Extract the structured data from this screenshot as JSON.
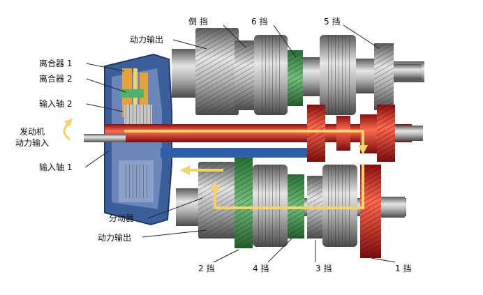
{
  "labels": {
    "clutch1": "离合器 1",
    "clutch2": "离合器 2",
    "input_shaft2": "输入轴 2",
    "engine_input_l1": "发动机",
    "engine_input_l2": "动力输入",
    "input_shaft1": "输入轴 1",
    "power_out_top": "动力输出",
    "reverse": "倒 挡",
    "gear6": "6 挡",
    "gear5": "5 挡",
    "splitter": "分动器",
    "power_out_bottom": "动力输出",
    "gear2": "2 挡",
    "gear4": "4 挡",
    "gear3": "3 挡",
    "gear1": "1 挡"
  },
  "colors": {
    "red_path": "#d4262a",
    "green_path": "#3a9a4a",
    "blue_clutch": "#2f5fa8",
    "flow_arrow": "#f3d36a",
    "steel": "#a8a8a8"
  }
}
